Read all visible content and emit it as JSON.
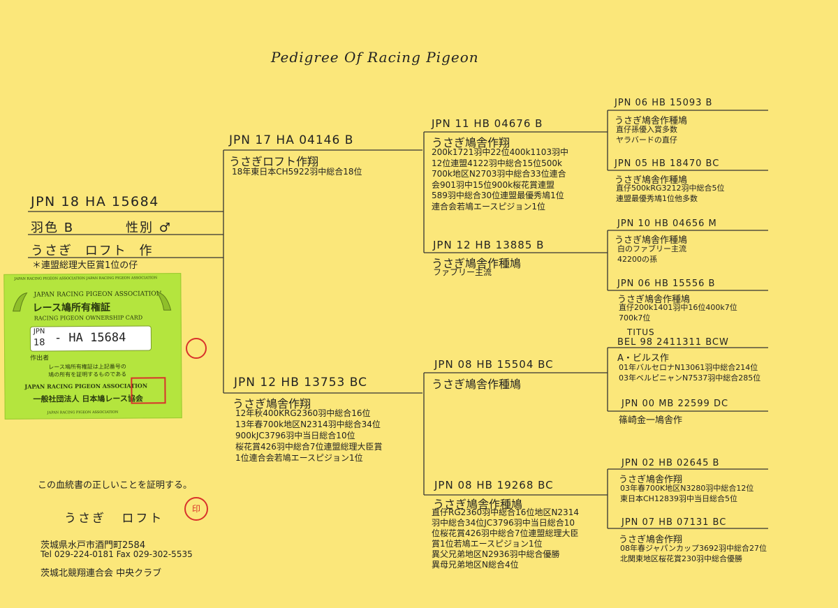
{
  "title": "Pedigree Of Racing Pigeon",
  "subject": {
    "ring": "JPN 18 HA 15684",
    "color_label": "羽色 B",
    "sex_label": "性別 ♂",
    "owner": "うさぎ ロフト 作",
    "note": "＊連盟総理大臣賞1位の仔"
  },
  "sire": {
    "ring": "JPN 17 HA 04146 B",
    "name": "うさぎロフト作翔",
    "notes": [
      "18年東日本CH5922羽中総合18位"
    ]
  },
  "dam": {
    "ring": "JPN 12 HB 13753 BC",
    "name": "うさぎ鳩舎作翔",
    "notes": [
      "12年秋400KRG2360羽中総合16位",
      "13年春700k地区N2314羽中総合34位",
      "900kJC3796羽中当日総合10位",
      "桜花賞426羽中総合7位連盟総理大臣賞",
      "1位連合会若鳩エースピジョン1位"
    ]
  },
  "ss": {
    "ring": "JPN 11 HB 04676 B",
    "name": "うさぎ鳩舎作翔",
    "notes": [
      "200k1721羽中22位400k1103羽中",
      "12位連盟4122羽中総合15位500k",
      "700k地区N2703羽中総合33位連合",
      "会901羽中15位900k桜花賞連盟",
      "589羽中総合30位連盟最優秀鳩1位",
      "連合会若鳩エースピジョン1位"
    ]
  },
  "sd": {
    "ring": "JPN 12 HB 13885 B",
    "name": "うさぎ鳩舎作種鳩",
    "notes": [
      "ファブリー主流"
    ]
  },
  "ds": {
    "ring": "JPN 08 HB 15504 BC",
    "name": "うさぎ鳩舎作種鳩",
    "notes": []
  },
  "dd": {
    "ring": "JPN 08 HB 19268 BC",
    "name": "うさぎ鳩舎作種鳩",
    "notes": [
      "直仔RG2360羽中総合16位地区N2314",
      "羽中総合34位JC3796羽中当日総合10",
      "位桜花賞426羽中総合7位連盟総理大臣",
      "賞1位若鳩エースピジョン1位",
      "異父兄弟地区N2936羽中総合優勝",
      "異母兄弟地区N総合4位"
    ]
  },
  "gp": [
    {
      "ring": "JPN 06 HB 15093 B",
      "name": "うさぎ鳩舎作種鳩",
      "notes": [
        "直仔孫優入賞多数",
        "ヤラバードの直仔"
      ]
    },
    {
      "ring": "JPN 05 HB 18470 BC",
      "name": "うさぎ鳩舎作種鳩",
      "notes": [
        "直仔500kRG3212羽中総合5位",
        "連盟最優秀鳩1位他多数"
      ]
    },
    {
      "ring": "JPN 10 HB 04656 M",
      "name": "うさぎ鳩舎作種鳩",
      "notes": [
        "白のファブリー主流",
        "42200の孫"
      ]
    },
    {
      "ring": "JPN 06 HB 15556 B",
      "name": "うさぎ鳩舎作種鳩",
      "notes": [
        "直仔200k1401羽中16位400k7位",
        "700k7位"
      ]
    },
    {
      "ring": "BEL 98 2411311 BCW",
      "extra": "TITUS",
      "name": "A・ビルス作",
      "notes": [
        "01年バルセロナN13061羽中総合214位",
        "03年ベルピニャンN7537羽中総合285位"
      ]
    },
    {
      "ring": "JPN 00 MB 22599 DC",
      "name": "篠崎金一鳩舎作",
      "notes": []
    },
    {
      "ring": "JPN 02 HB 02645 B",
      "name": "うさぎ鳩舎作翔",
      "notes": [
        "03年春700K地区N3280羽中総合12位",
        "東日本CH12839羽中当日総合5位"
      ]
    },
    {
      "ring": "JPN 07 HB 07131 BC",
      "name": "うさぎ鳩舎作翔",
      "notes": [
        "08年春ジャパンカップ3692羽中総合27位",
        "北関東地区桜花賞230羽中総合優勝"
      ]
    }
  ],
  "card": {
    "top_border": "JAPAN RACING PIGEON ASSOCIATION JAPAN RACING PIGEON ASSOCIATION",
    "assoc": "JAPAN RACING PIGEON ASSOCIATION",
    "title_jp": "レース鳩所有権証",
    "title_en": "RACING PIGEON OWNERSHIP CARD",
    "jpn": "JPN",
    "year": "18",
    "number": "- HA 15684",
    "owner_label": "作出者",
    "desc1": "レース鳩所有権証は上記番号の",
    "desc2": "鳩の所有を証明するものである",
    "assoc_en": "JAPAN RACING PIGEON ASSOCIATION",
    "assoc_jp": "一般社団法人 日本鳩レース協会",
    "bottom_border": "JAPAN RACING PIGEON ASSOCIATION"
  },
  "footer": {
    "certify": "この血統書の正しいことを証明する。",
    "loft": "うさぎ ロフト",
    "address": "茨城県水戸市酒門町2584",
    "tel": "Tel 029-224-0181 Fax 029-302-5535",
    "club": "茨城北競翔連合会 中央クラブ",
    "seal": "印"
  }
}
